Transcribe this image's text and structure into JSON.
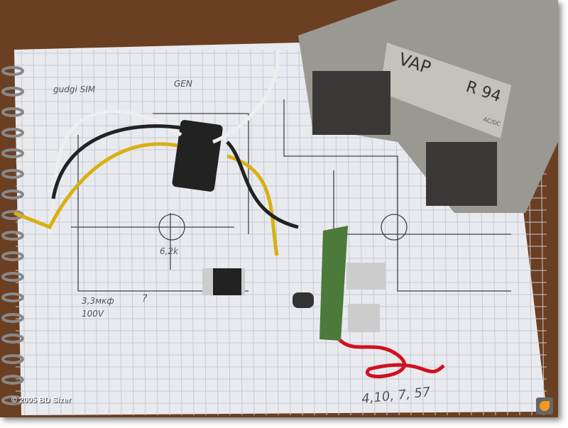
{
  "photo": {
    "credit": "© 2005 BD Sizer",
    "regulator_brand": "VAP",
    "regulator_model": "R 94",
    "regulator_sub": "AC/DC",
    "notes": {
      "gen": "GEN",
      "cap": "3,3мкф",
      "voltage": "100V",
      "resistor": "6,2k",
      "numbers": "4,10, 7, 57",
      "top_left": "gudgi SIM",
      "q": "?"
    }
  }
}
